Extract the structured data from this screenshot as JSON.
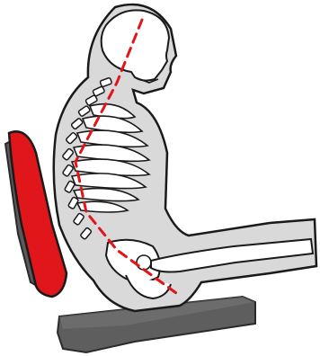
{
  "colors": {
    "background": "#ffffff",
    "body_silhouette": "#d9d9d9",
    "outline": "#1a1a1a",
    "bone": "#ffffff",
    "seat_back_cushion": "#e0161b",
    "seat_back_frame": "#5a5a5a",
    "seat_pan": "#5e5e5e",
    "posture_line": "#e0161b"
  },
  "icons": [
    "skeleton-figure",
    "chair-back",
    "chair-seat",
    "posture-line"
  ]
}
